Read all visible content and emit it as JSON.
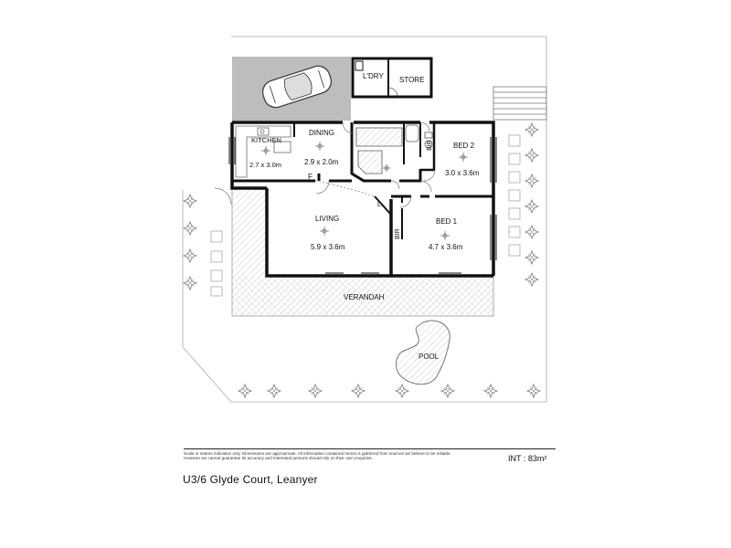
{
  "rooms": {
    "laundry": "L'DRY",
    "store": "STORE",
    "kitchen": {
      "name": "KITCHEN",
      "size": "2.7 x 3.0m"
    },
    "dining": {
      "name": "DINING",
      "size": "2.9 x 2.0m"
    },
    "bed2": {
      "name": "BED 2",
      "size": "3.0 x 3.6m"
    },
    "living": {
      "name": "LIVING",
      "size": "5.9 x 3.6m"
    },
    "bed1": {
      "name": "BED 1",
      "size": "4.7 x 3.6m"
    },
    "verandah": "VERANDAH",
    "pool": "POOL",
    "bir1": "BIR",
    "bir2": "BIR",
    "fridge": "F",
    "linen": "L"
  },
  "footer": {
    "disclaimer": "Scale in metres indicative only. Dimensions are approximate. All information contained herein is gathered from sources we believe to be reliable. However we cannot guarantee its accuracy and interested persons should rely on their own enquiries.",
    "area": "INT : 83m²",
    "address": "U3/6 Glyde Court, Leanyer"
  }
}
